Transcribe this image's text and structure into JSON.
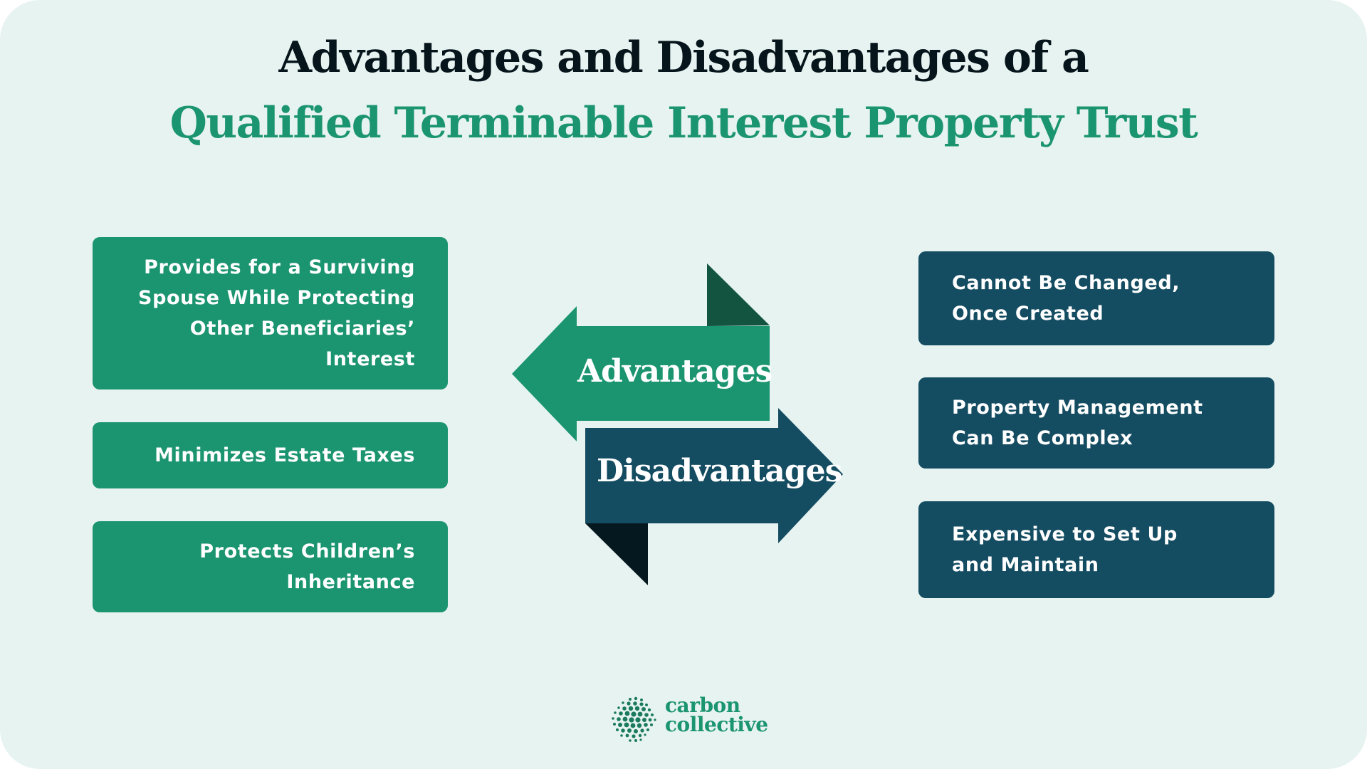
{
  "header": {
    "title_line_1": "Advantages and Disadvantages of a",
    "title_line_2": "Qualified Terminable Interest Property Trust"
  },
  "colors": {
    "background": "#E6F3F1",
    "title_dark": "#06141B",
    "accent_green": "#1B9470",
    "dark_teal": "#144C61",
    "fold_dark_green": "#125440",
    "fold_dark_navy": "#06181F"
  },
  "center": {
    "advantages_label": "Advantages",
    "disadvantages_label": "Disadvantages",
    "advantages_arrow_direction": "left",
    "disadvantages_arrow_direction": "right"
  },
  "advantages": {
    "items": [
      {
        "lines": [
          "Provides for a Surviving",
          "Spouse While Protecting",
          "Other Beneficiaries’",
          "Interest"
        ]
      },
      {
        "lines": [
          "Minimizes Estate Taxes"
        ]
      },
      {
        "lines": [
          "Protects Children’s",
          "Inheritance"
        ]
      }
    ]
  },
  "disadvantages": {
    "items": [
      {
        "lines": [
          "Cannot Be Changed,",
          "Once Created"
        ]
      },
      {
        "lines": [
          "Property Management",
          "Can Be Complex"
        ]
      },
      {
        "lines": [
          "Expensive to Set Up",
          "and Maintain"
        ]
      }
    ]
  },
  "footer": {
    "logo_icon": "dotted-globe-icon",
    "brand_line_1": "carbon",
    "brand_line_2": "collective"
  }
}
